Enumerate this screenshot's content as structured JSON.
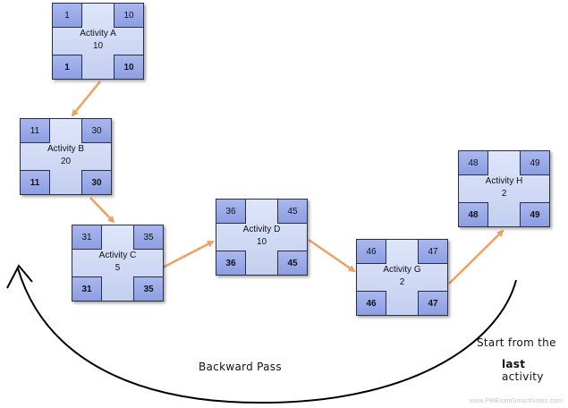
{
  "activities": [
    {
      "name": "Activity A",
      "duration": "10",
      "es": "1",
      "ef": "10",
      "ls": "1",
      "lf": "10"
    },
    {
      "name": "Activity B",
      "duration": "20",
      "es": "11",
      "ef": "30",
      "ls": "11",
      "lf": "30"
    },
    {
      "name": "Activity C",
      "duration": "5",
      "es": "31",
      "ef": "35",
      "ls": "31",
      "lf": "35"
    },
    {
      "name": "Activity D",
      "duration": "10",
      "es": "36",
      "ef": "45",
      "ls": "36",
      "lf": "45"
    },
    {
      "name": "Activity G",
      "duration": "2",
      "es": "46",
      "ef": "47",
      "ls": "46",
      "lf": "47"
    },
    {
      "name": "Activity H",
      "duration": "2",
      "es": "48",
      "ef": "49",
      "ls": "48",
      "lf": "49"
    }
  ],
  "labels": {
    "backward_pass": "Backward Pass",
    "start_line1": "Start from the",
    "start_bold": "last",
    "start_rest": " activity",
    "watermark": "www.PMExamSmartNotes.com"
  },
  "colors": {
    "connector": "#f0a060",
    "node_fill": "#cdd7f4",
    "corner_fill": "#97a8e8",
    "curve": "#000000"
  }
}
